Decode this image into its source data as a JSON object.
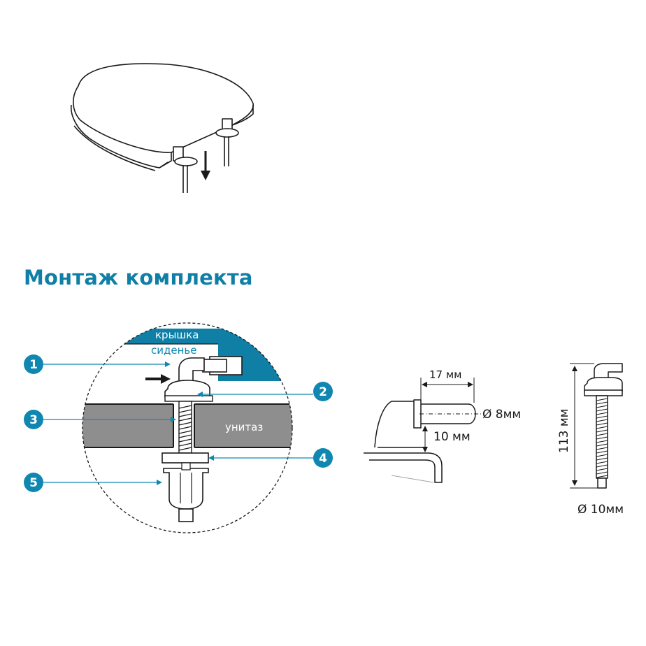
{
  "title": "Монтаж комплекта",
  "labels": {
    "lid": "крышка",
    "seat": "сиденье",
    "toilet": "унитаз"
  },
  "callouts": [
    "1",
    "2",
    "3",
    "4",
    "5"
  ],
  "dimensions": {
    "length": "17 мм",
    "pin_diameter": "Ø 8мм",
    "offset": "10 мм",
    "bolt_length": "113 мм",
    "bolt_diameter": "Ø 10мм"
  },
  "colors": {
    "accent": "#0f7fa6",
    "callout": "#1087b0",
    "toilet": "#8e8e8e",
    "line": "#1a1a1a"
  },
  "icons": [
    "down-arrow-icon",
    "right-arrow-icon"
  ]
}
